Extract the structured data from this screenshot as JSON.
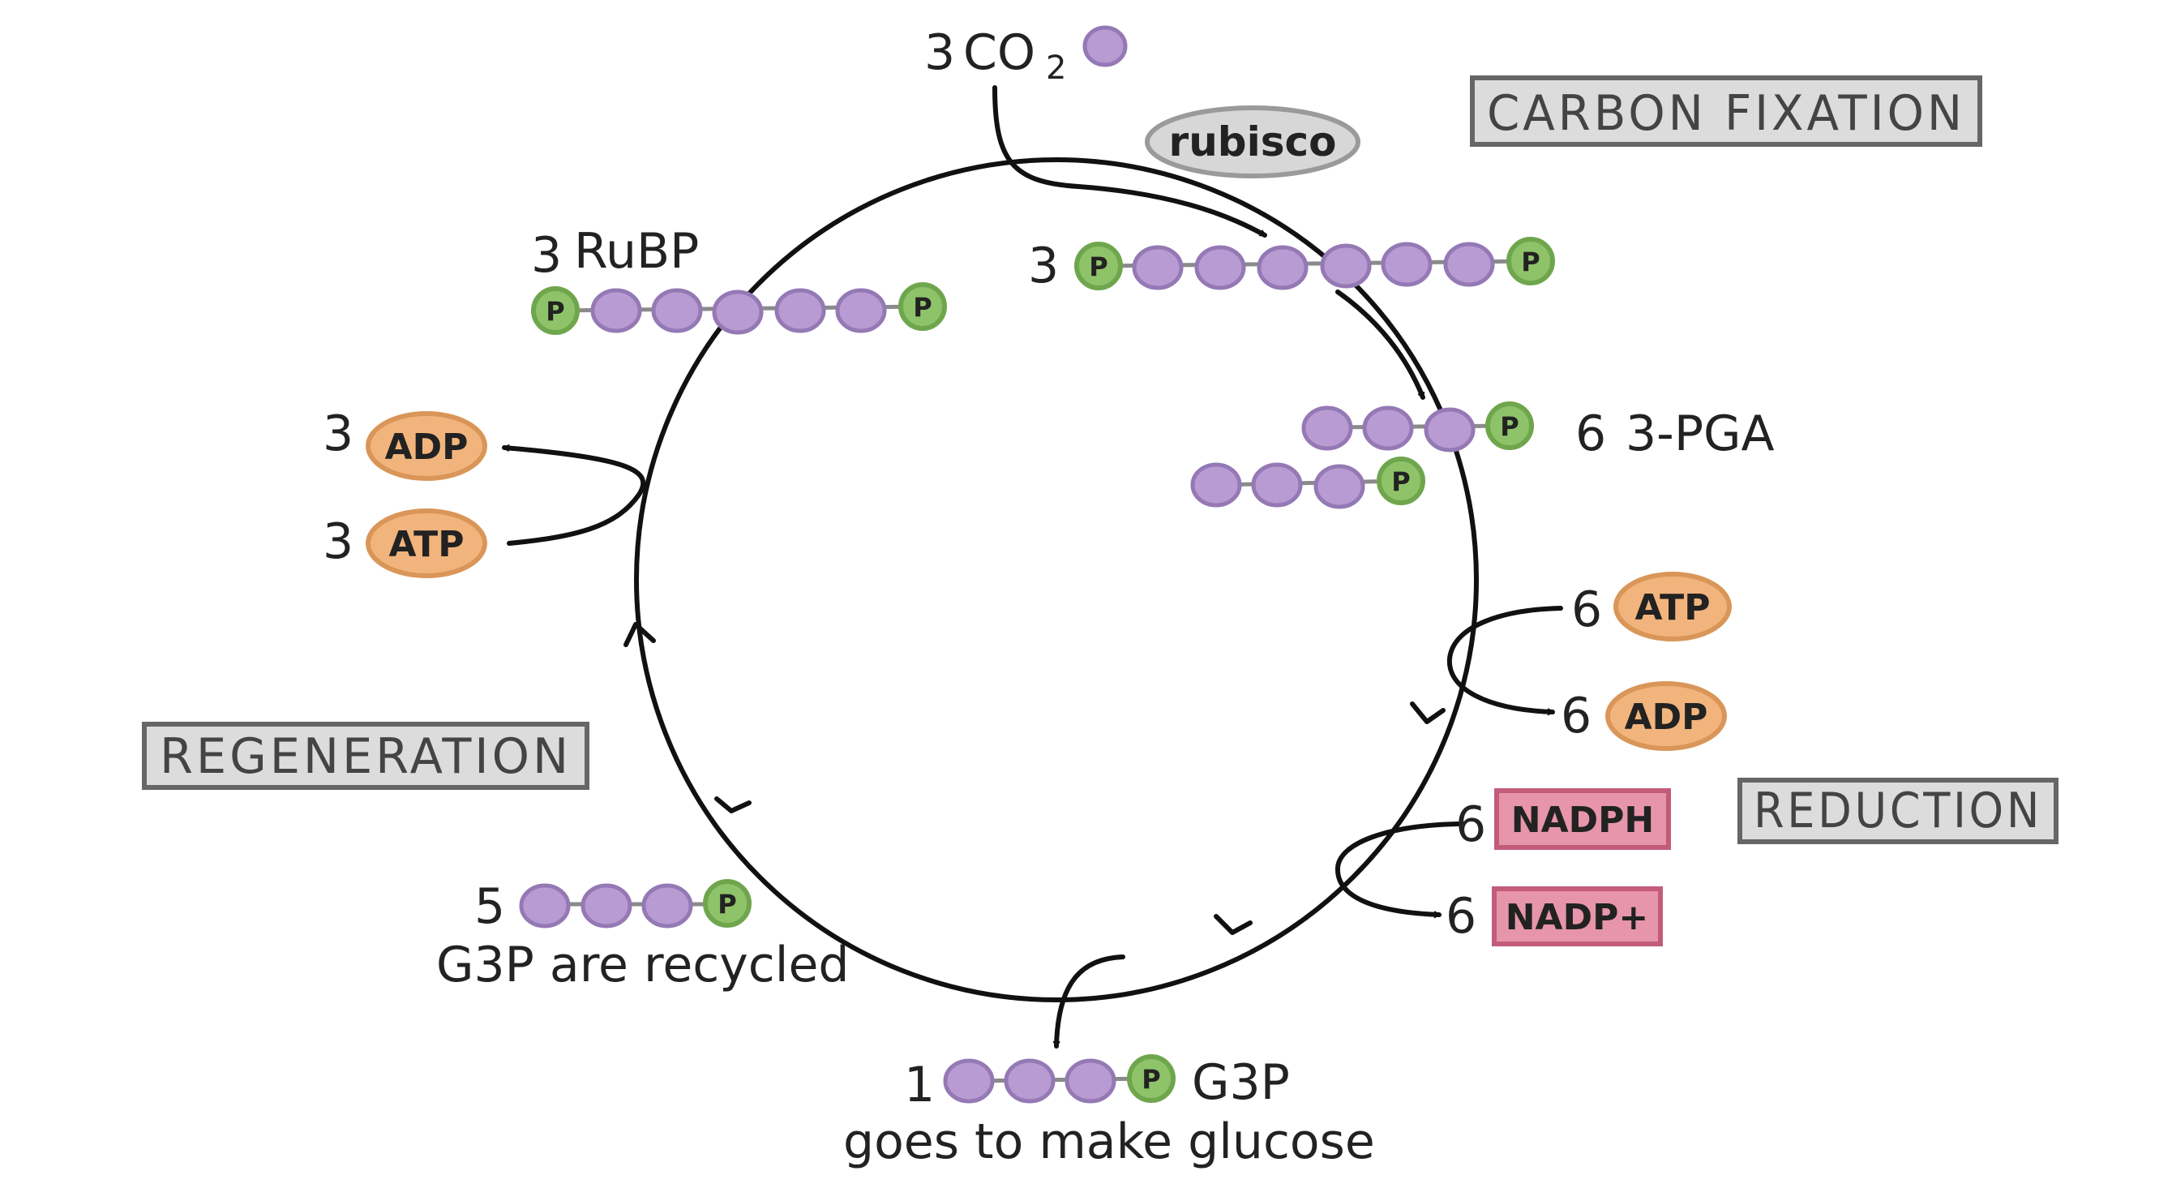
{
  "colors": {
    "carbon": "#b99bd3",
    "carbon_stroke": "#9479b5",
    "phosphate": "#8fc36a",
    "phosphate_stroke": "#6fa64d",
    "energy": "#f2b47d",
    "energy_stroke": "#d99658",
    "nadph": "#e795aa",
    "nadph_stroke": "#c35b7a",
    "stage_box": "#dcdcdc",
    "stage_box_stroke": "#666666",
    "rubisco_fill": "#d7d7d7",
    "rubisco_stroke": "#9a9a9a",
    "line": "#111111"
  },
  "stages": {
    "carbon_fixation": "CARBON FIXATION",
    "regeneration": "REGENERATION",
    "reduction": "REDUCTION"
  },
  "enzyme": {
    "rubisco": "rubisco"
  },
  "inputs": {
    "co2": {
      "count": "3",
      "formula": "CO",
      "subscript": "2"
    }
  },
  "molecules": {
    "rubp": {
      "count": "3",
      "name": "RuBP"
    },
    "six_carbon": {
      "count": "3"
    },
    "pga": {
      "count": "6",
      "name": "3-PGA"
    },
    "g3p_out": {
      "count": "1",
      "name": "G3P",
      "note": "goes to make glucose"
    },
    "g3p_recycled": {
      "count": "5",
      "note": "G3P are recycled"
    }
  },
  "energy": {
    "regen_adp": {
      "count": "3",
      "label": "ADP"
    },
    "regen_atp": {
      "count": "3",
      "label": "ATP"
    },
    "red_atp": {
      "count": "6",
      "label": "ATP"
    },
    "red_adp": {
      "count": "6",
      "label": "ADP"
    },
    "red_nadph": {
      "count": "6",
      "label": "NADPH"
    },
    "red_nadp": {
      "count": "6",
      "label": "NADP+"
    }
  },
  "phosphate_label": "P"
}
